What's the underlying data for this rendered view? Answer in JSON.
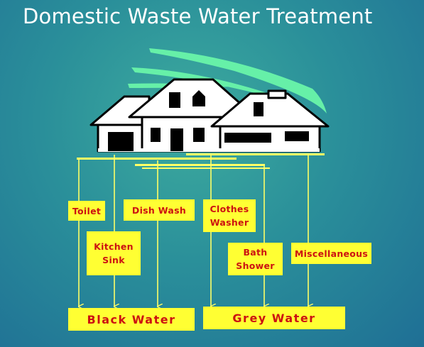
{
  "title": "Domestic Waste Water Treatment",
  "sources": [
    {
      "label": "Toilet"
    },
    {
      "label": "Kitchen Sink"
    },
    {
      "label": "Dish Wash"
    },
    {
      "label": "Clothes Washer"
    },
    {
      "label": "Bath Shower"
    },
    {
      "label": "Miscellaneous"
    }
  ],
  "destinations": {
    "black": "Black Water",
    "grey": "Grey Water"
  },
  "colors": {
    "box_fill": "#ffff33",
    "box_text": "#cc1111",
    "line": "#ffff66",
    "swoosh": "#66f0a8",
    "house": "#ffffff",
    "outline": "#000000"
  },
  "icons": {
    "house": "house-icon",
    "wind": "wind-swoosh-icon"
  }
}
